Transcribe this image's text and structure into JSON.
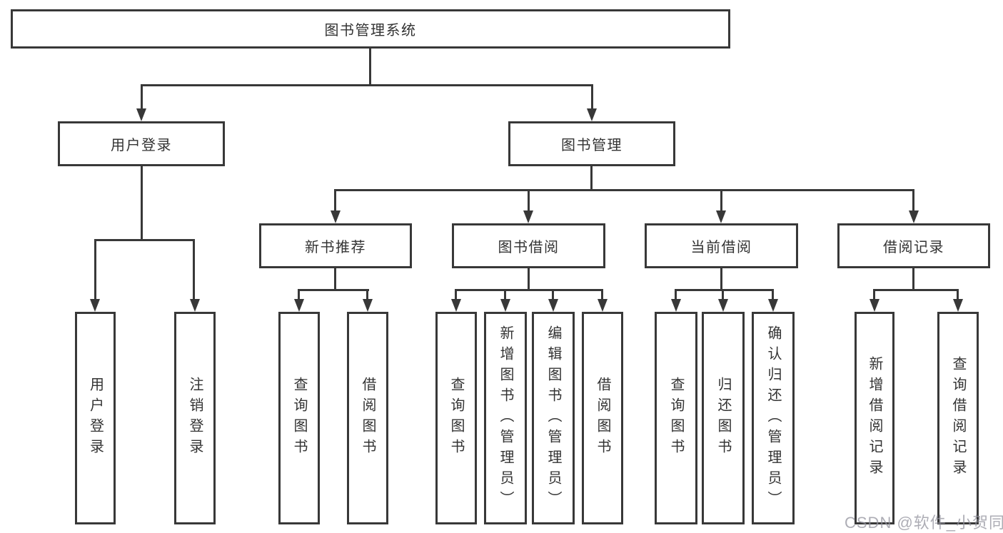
{
  "diagram": {
    "root": {
      "label": "图书管理系统"
    },
    "branches": [
      {
        "label": "用户登录",
        "children": [
          "用户登录",
          "注销登录"
        ]
      },
      {
        "label": "图书管理",
        "children": [
          {
            "label": "新书推荐",
            "children": [
              "查询图书",
              "借阅图书"
            ]
          },
          {
            "label": "图书借阅",
            "children": [
              "查询图书",
              "新增图书（管理员）",
              "编辑图书（管理员）",
              "借阅图书"
            ]
          },
          {
            "label": "当前借阅",
            "children": [
              "查询图书",
              "归还图书",
              "确认归还（管理员）"
            ]
          },
          {
            "label": "借阅记录",
            "children": [
              "新增借阅记录",
              "查询借阅记录"
            ]
          }
        ]
      }
    ]
  },
  "watermark": {
    "text": "CSDN @软件_小贺同学"
  },
  "colors": {
    "line": "#383838",
    "box_border": "#383838",
    "text": "#333333",
    "watermark": "#92929c",
    "background": "#ffffff"
  }
}
